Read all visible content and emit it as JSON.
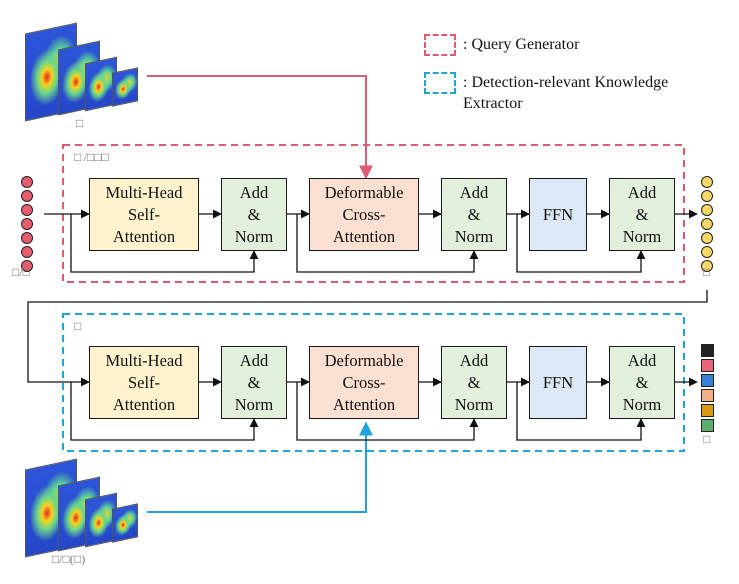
{
  "legend": {
    "query_generator": {
      "label": ": Query Generator",
      "color": "#e05a74"
    },
    "knowledge_extractor": {
      "label": ": Detection-relevant Knowledge\nExtractor",
      "color": "#1fa3d8"
    }
  },
  "colors": {
    "red_wire": "#e05a74",
    "blue_wire": "#1fa3d8",
    "mhsa_fill": "#fff2cc",
    "add_fill": "#e2efda",
    "dca_fill": "#fbe0d2",
    "ffn_fill": "#dde8f6"
  },
  "top_block": {
    "label": "□ /□□□",
    "blocks": [
      {
        "name": "multi-head-self-attention",
        "label": "Multi-Head\nSelf-\nAttention"
      },
      {
        "name": "add-norm-1",
        "label": "Add\n&\nNorm"
      },
      {
        "name": "deformable-cross-attention",
        "label": "Deformable\nCross-\nAttention"
      },
      {
        "name": "add-norm-2",
        "label": "Add\n&\nNorm"
      },
      {
        "name": "ffn",
        "label": "FFN"
      },
      {
        "name": "add-norm-3",
        "label": "Add\n&\nNorm"
      }
    ]
  },
  "bottom_block": {
    "label": "□",
    "blocks": [
      {
        "name": "multi-head-self-attention",
        "label": "Multi-Head\nSelf-\nAttention"
      },
      {
        "name": "add-norm-1",
        "label": "Add\n&\nNorm"
      },
      {
        "name": "deformable-cross-attention",
        "label": "Deformable\nCross-\nAttention"
      },
      {
        "name": "add-norm-2",
        "label": "Add\n&\nNorm"
      },
      {
        "name": "ffn",
        "label": "FFN"
      },
      {
        "name": "add-norm-3",
        "label": "Add\n&\nNorm"
      }
    ]
  },
  "inputs": {
    "queries_label": "□/□",
    "top_features_label": "□",
    "bottom_features_label": "□/□(□)",
    "output_queries_label": "□",
    "output_label": "□"
  },
  "query_tokens": {
    "count": 7,
    "input_color": "#e85d6e",
    "output_color": "#f7d768"
  },
  "output_tokens": [
    "#222222",
    "#e8647a",
    "#3a7fd8",
    "#f2ad8a",
    "#d89a14",
    "#5cae6f"
  ]
}
